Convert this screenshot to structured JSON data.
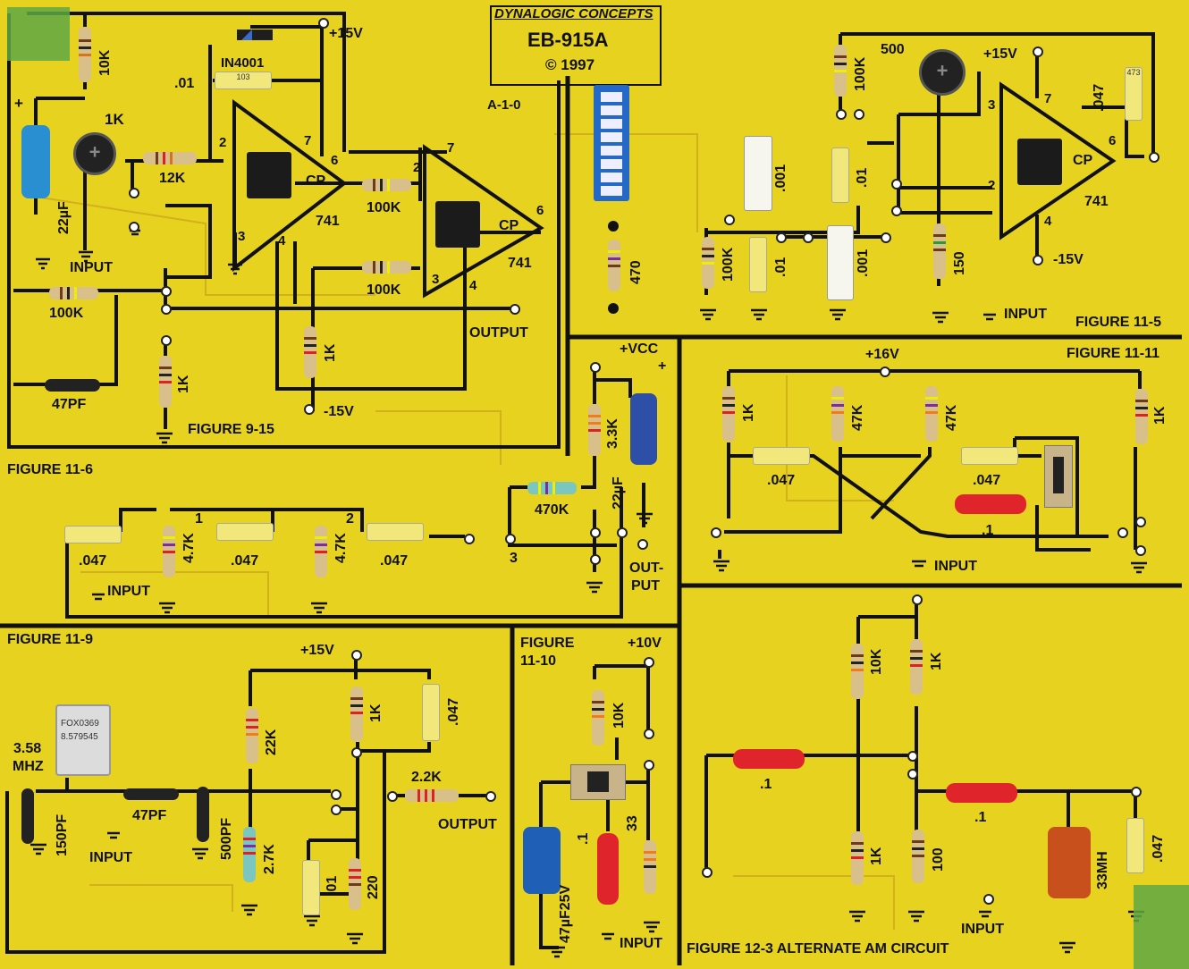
{
  "board": {
    "brand": "DYNALOGIC CONCEPTS",
    "model": "EB-915A",
    "year": "© 1997",
    "ref_mark": "A-1-0"
  },
  "fig_9_15": {
    "title": "FIGURE 9-15",
    "labels": [
      "10K",
      "IN4001",
      "+15V",
      ".01",
      "103",
      "1K",
      "12K",
      "22µF",
      "INPUT",
      "100K",
      "47PF",
      "1K",
      "-15V",
      "OUTPUT",
      "100K",
      "100K",
      "741",
      "741",
      "CP",
      "CP",
      "1K",
      "2",
      "3",
      "4",
      "6",
      "7",
      "2",
      "3",
      "4",
      "6",
      "7",
      "+"
    ]
  },
  "fig_11_5": {
    "title": "FIGURE 11-5",
    "labels": [
      "500",
      "+15V",
      "100K",
      ".047",
      "473",
      "7",
      "3",
      "6",
      "2",
      "4",
      "CP",
      "741",
      ".001",
      ".01",
      "100K",
      ".01",
      ".001",
      "150",
      "-15V",
      "INPUT",
      "470"
    ]
  },
  "fig_11_6": {
    "title": "FIGURE 11-6",
    "labels": [
      "+VCC",
      "+",
      "3.3K",
      "22µF",
      "470K",
      ".047",
      "4.7K",
      ".047",
      "4.7K",
      ".047",
      "1",
      "2",
      "3",
      "INPUT",
      "OUT-",
      "PUT"
    ]
  },
  "fig_11_11": {
    "title": "FIGURE 11-11",
    "labels": [
      "+16V",
      "1K",
      "47K",
      "47K",
      "1K",
      ".047",
      ".047",
      ".1",
      "INPUT"
    ]
  },
  "fig_11_9": {
    "title": "FIGURE 11-9",
    "labels": [
      "+15V",
      "22K",
      "1K",
      ".047",
      "3.58",
      "MHZ",
      "FOX0369",
      "8.579545",
      "47PF",
      "150PF",
      "INPUT",
      "500PF",
      "2.7K",
      ".01",
      "220",
      "2.2K",
      "OUTPUT"
    ]
  },
  "fig_11_10": {
    "title_line1": "FIGURE",
    "title_line2": "11-10",
    "labels": [
      "+10V",
      "10K",
      ".1",
      "33",
      "47µF25V",
      "INPUT"
    ]
  },
  "fig_12_3": {
    "title": "FIGURE 12-3 ALTERNATE AM CIRCUIT",
    "labels": [
      "10K",
      "1K",
      ".1",
      ".1",
      "1K",
      "100",
      "33MH",
      ".047",
      "INPUT"
    ]
  },
  "colors": {
    "board": "#e6d21f",
    "trace": "#111111",
    "faint_trace": "#c9a21c",
    "copper_pad": "#6ab04c"
  }
}
